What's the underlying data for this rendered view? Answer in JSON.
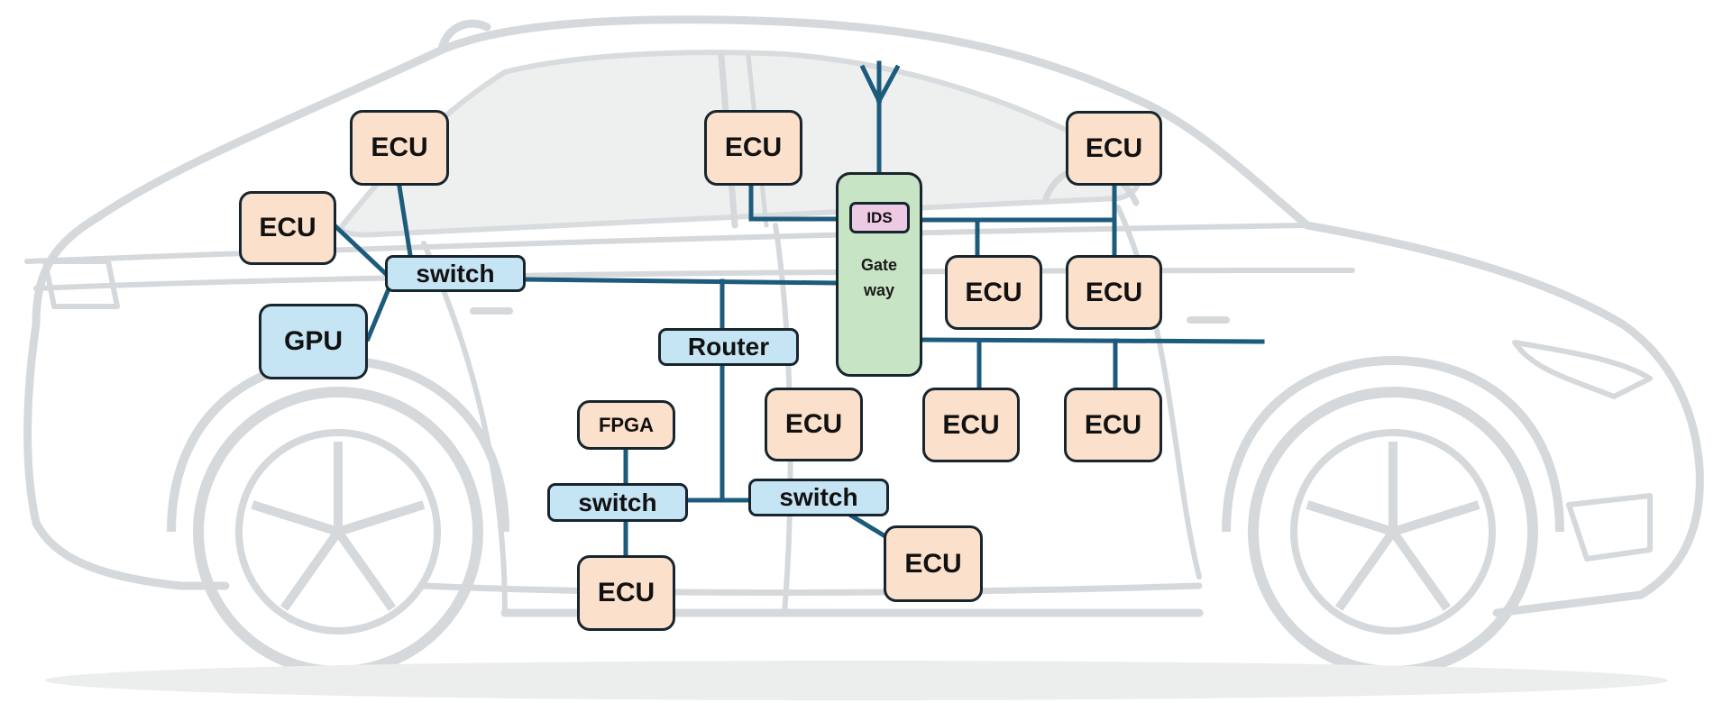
{
  "diagram": {
    "title": "In-vehicle network architecture",
    "colors": {
      "ecu_fill": "#fbe0cb",
      "switch_fill": "#c5e4f4",
      "gateway_fill": "#c7e4c4",
      "ids_fill": "#edcae3",
      "link": "#1d5b7d",
      "node_border": "#17252e",
      "car_outline": "#d4d8da"
    },
    "nodes": {
      "ecu_top_left": "ECU",
      "ecu_left": "ECU",
      "switch_left": "switch",
      "gpu": "GPU",
      "ecu_top_mid": "ECU",
      "gateway_line1": "Gate",
      "gateway_line2": "way",
      "ids": "IDS",
      "ecu_top_right": "ECU",
      "ecu_mid_a": "ECU",
      "ecu_mid_b": "ECU",
      "router": "Router",
      "fpga": "FPGA",
      "ecu_center": "ECU",
      "ecu_low_a": "ECU",
      "ecu_low_b": "ECU",
      "switch_bottom_left": "switch",
      "switch_bottom_right": "switch",
      "ecu_bottom_left": "ECU",
      "ecu_bottom_right": "ECU"
    },
    "links": [
      [
        "ecu_top_left",
        "switch_left"
      ],
      [
        "ecu_left",
        "switch_left"
      ],
      [
        "gpu",
        "switch_left"
      ],
      [
        "switch_left",
        "gateway"
      ],
      [
        "backbone",
        "router"
      ],
      [
        "ecu_top_mid",
        "gateway"
      ],
      [
        "antenna",
        "gateway"
      ],
      [
        "gateway",
        "ecu_mid_a"
      ],
      [
        "gateway",
        "ecu_mid_b"
      ],
      [
        "gateway",
        "ecu_top_right"
      ],
      [
        "gateway",
        "ecu_low_a"
      ],
      [
        "gateway",
        "ecu_low_b"
      ],
      [
        "router",
        "switch_bottom_left"
      ],
      [
        "router",
        "switch_bottom_right"
      ],
      [
        "fpga",
        "switch_bottom_left"
      ],
      [
        "switch_bottom_left",
        "ecu_bottom_left"
      ],
      [
        "switch_bottom_right",
        "ecu_bottom_right"
      ]
    ]
  }
}
